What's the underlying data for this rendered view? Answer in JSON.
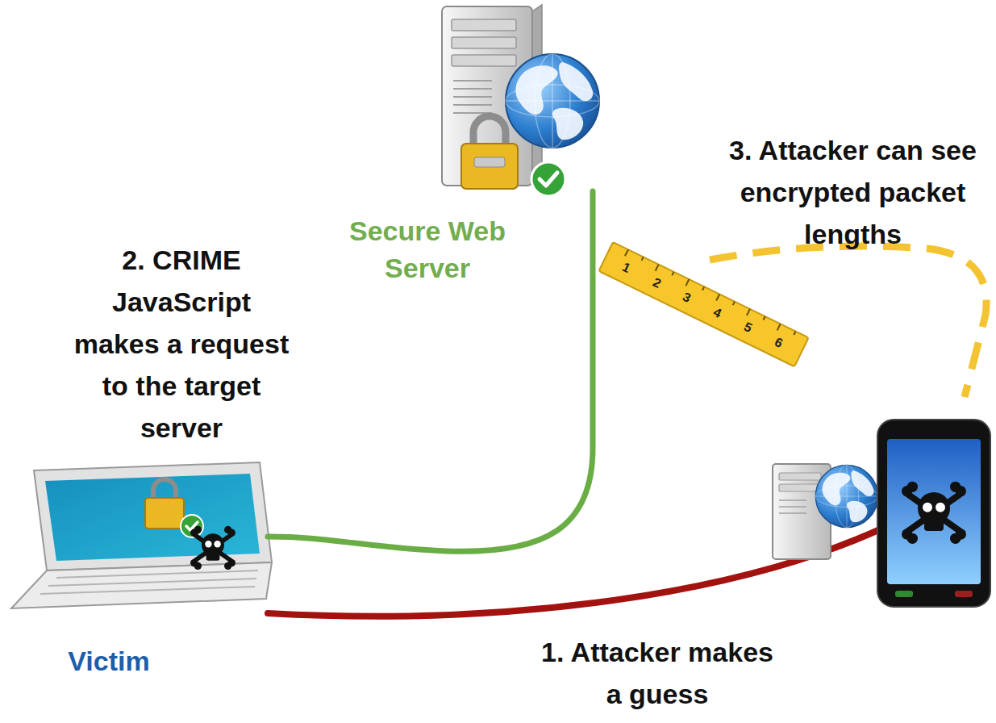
{
  "diagram": {
    "nodes": [
      {
        "text": [
          "Secure Web Server"
        ]
      },
      {
        "text": [
          "Victim"
        ]
      }
    ],
    "edges": [
      {
        "from": 0,
        "to": 1,
        "arrow": "none"
      }
    ],
    "labels": [
      "2. CRIME JavaScript makes a request to the target server",
      "3. Attacker can see encrypted packet lengths",
      "1. Attacker makes a guess",
      "1",
      "2",
      "3",
      "4",
      "5",
      "6"
    ]
  }
}
